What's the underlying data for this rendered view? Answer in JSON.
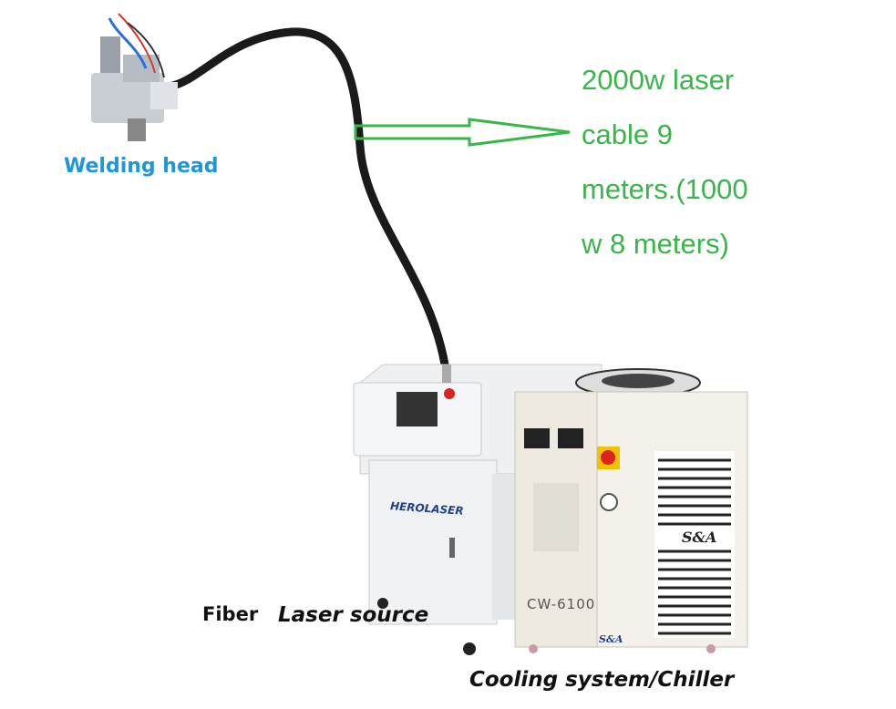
{
  "labels": {
    "welding_head": "Welding head",
    "cable_note_lines": [
      "2000w laser",
      "cable 9",
      "meters.(1000",
      "w 8 meters)"
    ],
    "fiber": "Fiber",
    "laser_source": "Laser source",
    "chiller": "Cooling system/Chiller"
  },
  "product_marks": {
    "laser_brand": "HEROLASER",
    "chiller_model": "CW-6100",
    "chiller_brand": "S&A"
  },
  "colors": {
    "welding_label": "#1c97d8",
    "note_green": "#3ab54a"
  }
}
